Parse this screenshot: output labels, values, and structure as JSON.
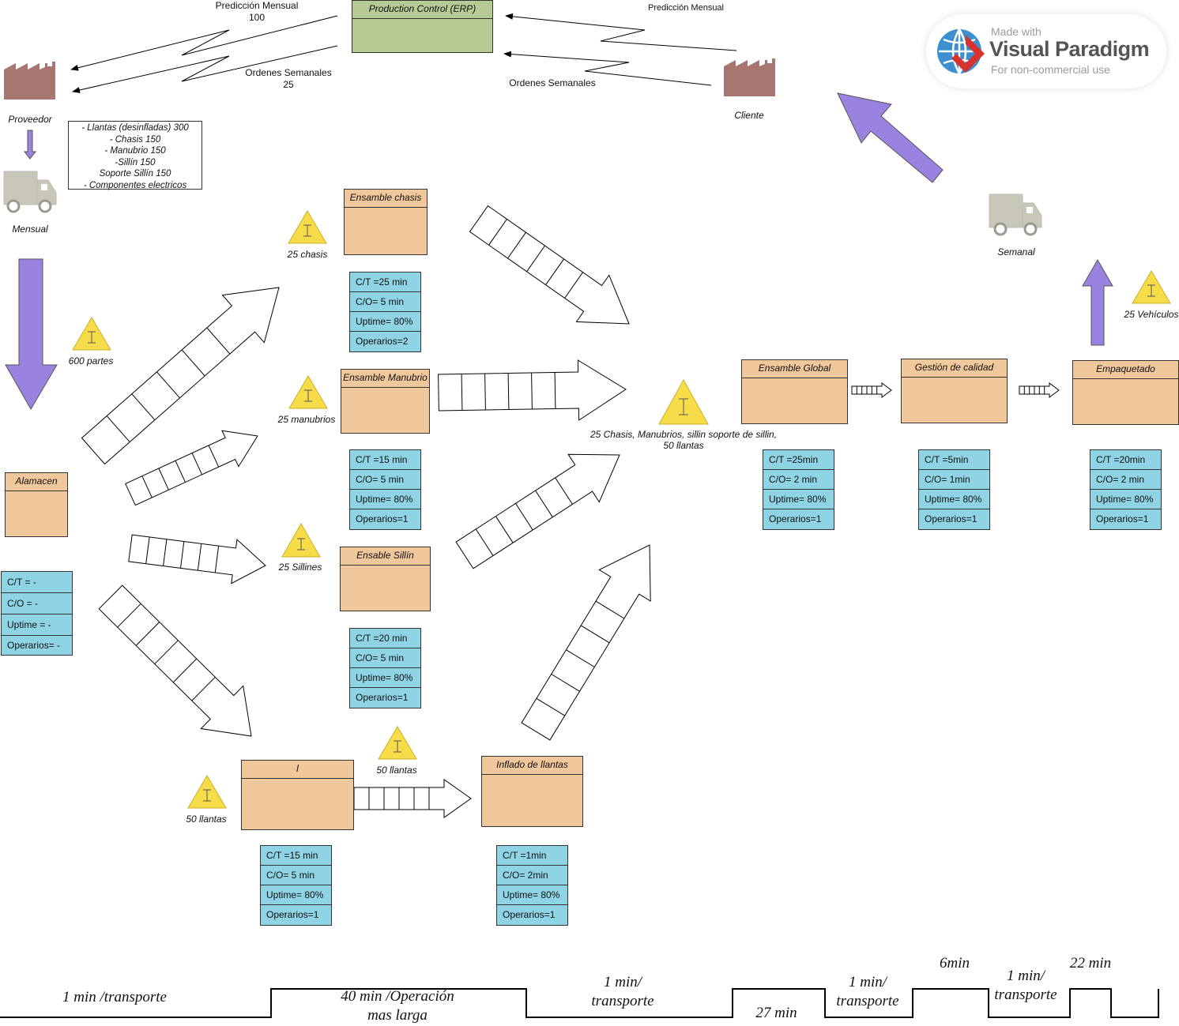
{
  "erp": {
    "title": "Production Control (ERP)"
  },
  "supplier": {
    "label": "Proveedor"
  },
  "customer": {
    "label": "Cliente"
  },
  "info_flows": {
    "supplier_forecast": "Predicción Mensual",
    "supplier_forecast_qty": "100",
    "supplier_orders": "Ordenes Semanales",
    "supplier_orders_qty": "25",
    "customer_forecast": "Predicción Mensual",
    "customer_orders": "Ordenes Semanales"
  },
  "supply_list": [
    "- Llantas (desinfladas) 300",
    "- Chasis 150",
    "- Manubrio 150",
    "-Sillín 150",
    "Soporte Sillín 150",
    "- Componentes electricos"
  ],
  "trucks": {
    "inbound": "Mensual",
    "outbound": "Semanal"
  },
  "inventories": {
    "raw": "600 partes",
    "chasis": "25 chasis",
    "manubrios": "25 manubrios",
    "sillines": "25 Sillines",
    "llantas_a": "50 llantas",
    "llantas_b": "50 llantas",
    "global": "25 Chasis, Manubrios, sillin soporte de sillin,",
    "global_2": "50 llantas",
    "vehiculos": "25 Vehículos"
  },
  "processes": {
    "almacen": {
      "title": "Alamacen",
      "rows": [
        "C/T = -",
        "C/O = -",
        "Uptime = -",
        "Operarios= -"
      ]
    },
    "chasis": {
      "title": "Ensamble chasis",
      "rows": [
        "C/T =25 min",
        "C/O= 5 min",
        "Uptime= 80%",
        "Operarios=2"
      ]
    },
    "manubrio": {
      "title": "Ensamble Manubrio",
      "rows": [
        "C/T =15 min",
        "C/O= 5 min",
        "Uptime= 80%",
        "Operarios=1"
      ]
    },
    "sillin": {
      "title": "Ensable Sillín",
      "rows": [
        "C/T =20 min",
        "C/O= 5 min",
        "Uptime= 80%",
        "Operarios=1"
      ]
    },
    "llantas": {
      "title": "l",
      "rows": [
        "C/T =15 min",
        "C/O= 5 min",
        "Uptime= 80%",
        "Operarios=1"
      ]
    },
    "inflado": {
      "title": "Inflado de llantas",
      "rows": [
        "C/T =1min",
        "C/O= 2min",
        "Uptime= 80%",
        "Operarios=1"
      ]
    },
    "global": {
      "title": "Ensamble Global",
      "rows": [
        "C/T =25min",
        "C/O= 2 min",
        "Uptime= 80%",
        "Operarios=1"
      ]
    },
    "calidad": {
      "title": "Gestión de calidad",
      "rows": [
        "C/T =5min",
        "C/O= 1min",
        "Uptime= 80%",
        "Operarios=1"
      ]
    },
    "empaquetado": {
      "title": "Empaquetado",
      "rows": [
        "C/T =20min",
        "C/O= 2 min",
        "Uptime= 80%",
        "Operarios=1"
      ]
    }
  },
  "timeline": {
    "t1": "1 min /transporte",
    "t2a": "40 min /Operación",
    "t2b": "mas larga",
    "t3a": "1 min/",
    "t3b": "transporte",
    "t4": "27 min",
    "t5a": "1 min/",
    "t5b": "transporte",
    "t6": "6min",
    "t7a": "1 min/",
    "t7b": "transporte",
    "t8": "22 min"
  },
  "watermark": {
    "made": "Made with",
    "brand": "Visual Paradigm",
    "note": "For non-commercial use"
  },
  "colors": {
    "process": "#f1c79c",
    "data_box": "#8fd4e4",
    "erp": "#b6cb94",
    "factory": "#a87670",
    "push_arrow": "#9a83e0",
    "inventory": "#f7dc4a",
    "truck": "#c9c7b7"
  }
}
